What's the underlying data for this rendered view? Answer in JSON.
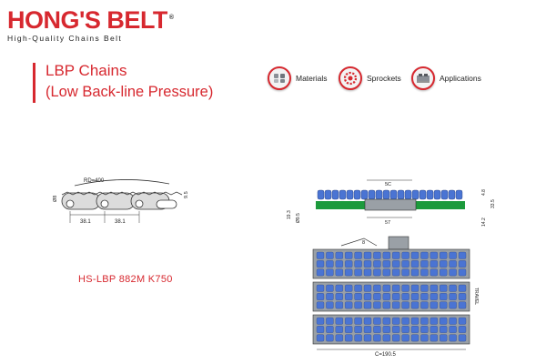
{
  "brand": {
    "name": "HONG'S BELT",
    "registered": "®",
    "tagline": "High-Quality Chains Belt",
    "color": "#d7282f"
  },
  "title": {
    "line1": "LBP Chains",
    "line2": "(Low Back-line Pressure)"
  },
  "nav": [
    {
      "label": "Materials",
      "icon": "materials-icon"
    },
    {
      "label": "Sprockets",
      "icon": "sprocket-icon"
    },
    {
      "label": "Applications",
      "icon": "applications-icon"
    }
  ],
  "model": "HS-LBP 882M K750",
  "side_drawing": {
    "rd_label": "RD=400",
    "pitch_left": "38.1",
    "pitch_right": "38.1",
    "pin_dia": "Ø8",
    "height": "9.5"
  },
  "front_drawing": {
    "width_top": "5C",
    "width_bottom": "57",
    "left_dims": [
      "19.3",
      "Ø9.5"
    ],
    "right_dims": [
      "4.8",
      "33.5",
      "14.2"
    ]
  },
  "top_drawing": {
    "angle": "8",
    "width": "C=190.5",
    "travel": "TRAVEL"
  },
  "colors": {
    "roller_blue": "#4a74d3",
    "chain_green": "#1c9a3c",
    "chain_gray": "#9aa0a6"
  }
}
